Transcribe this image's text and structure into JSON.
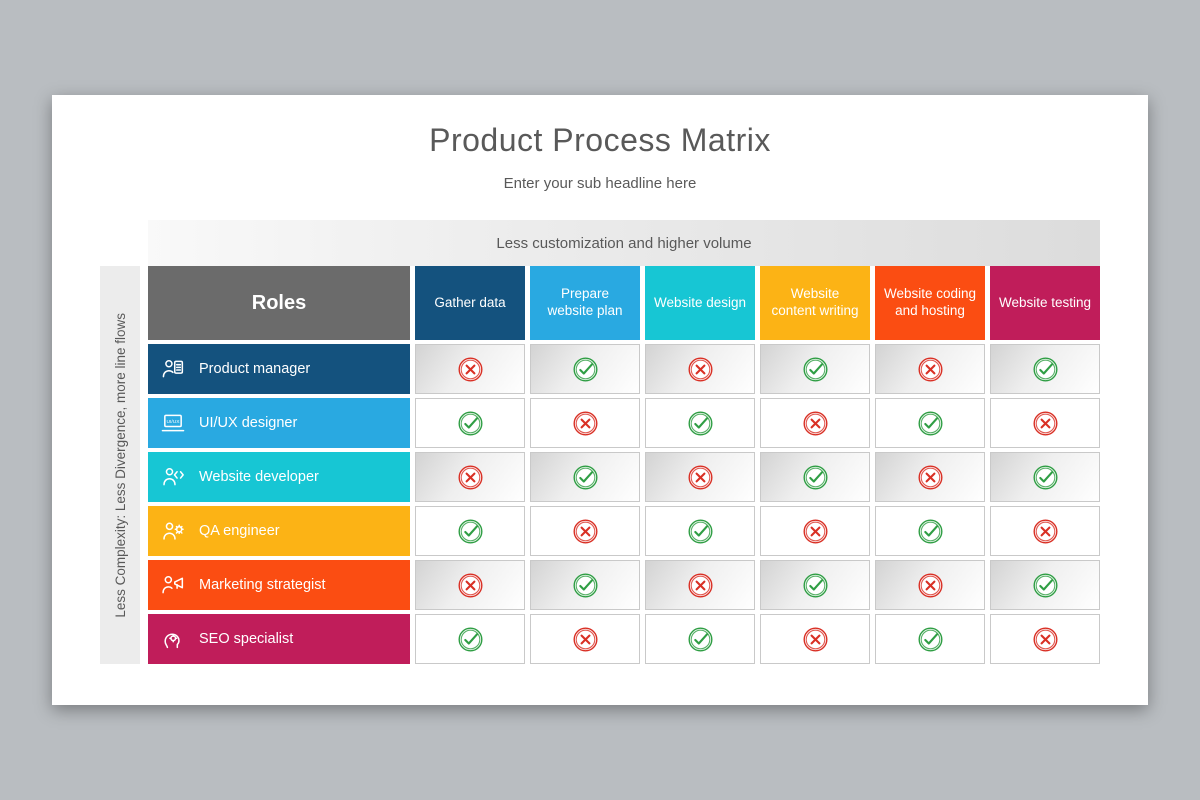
{
  "page": {
    "title": "Product Process Matrix",
    "subtitle": "Enter your sub headline here",
    "top_axis_label": "Less customization and higher volume",
    "left_axis_label": "Less Complexity: Less Divergence, more line flows"
  },
  "table": {
    "roles_header": "Roles",
    "check_color": "#2f9e44",
    "cross_color": "#d93025",
    "roles_header_color": "#6b6b6b",
    "columns": [
      {
        "label": "Gather data",
        "color": "#14527e"
      },
      {
        "label": "Prepare website plan",
        "color": "#29a9e1"
      },
      {
        "label": "Website design",
        "color": "#17c6d4"
      },
      {
        "label": "Website content writing",
        "color": "#fcb315"
      },
      {
        "label": "Website coding and hosting",
        "color": "#fb4d12"
      },
      {
        "label": "Website testing",
        "color": "#c01d5a"
      }
    ],
    "rows": [
      {
        "label": "Product manager",
        "color": "#14527e",
        "icon": "product-manager-icon",
        "cells": [
          "cross",
          "check",
          "cross",
          "check",
          "cross",
          "check"
        ]
      },
      {
        "label": "UI/UX designer",
        "color": "#29a9e1",
        "icon": "uiux-designer-icon",
        "cells": [
          "check",
          "cross",
          "check",
          "cross",
          "check",
          "cross"
        ]
      },
      {
        "label": "Website developer",
        "color": "#17c6d4",
        "icon": "website-developer-icon",
        "cells": [
          "cross",
          "check",
          "cross",
          "check",
          "cross",
          "check"
        ]
      },
      {
        "label": "QA engineer",
        "color": "#fcb315",
        "icon": "qa-engineer-icon",
        "cells": [
          "check",
          "cross",
          "check",
          "cross",
          "check",
          "cross"
        ]
      },
      {
        "label": "Marketing strategist",
        "color": "#fb4d12",
        "icon": "marketing-strategist-icon",
        "cells": [
          "cross",
          "check",
          "cross",
          "check",
          "cross",
          "check"
        ]
      },
      {
        "label": "SEO specialist",
        "color": "#c01d5a",
        "icon": "seo-specialist-icon",
        "cells": [
          "check",
          "cross",
          "check",
          "cross",
          "check",
          "cross"
        ]
      }
    ]
  }
}
